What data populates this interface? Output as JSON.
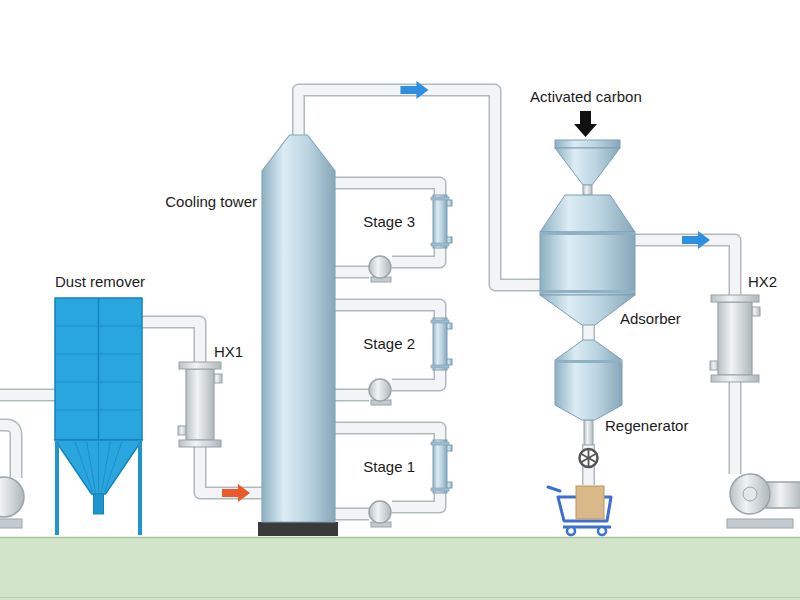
{
  "diagram": {
    "nodes": [
      {
        "text": [
          "Dust remover"
        ]
      },
      {
        "text": [
          "HX1"
        ]
      },
      {
        "text": [
          "Cooling tower"
        ]
      },
      {
        "text": [
          "Stage 3"
        ]
      },
      {
        "text": [
          "Stage 2"
        ]
      },
      {
        "text": [
          "Stage 1"
        ]
      },
      {
        "text": [
          "Adsorber"
        ]
      },
      {
        "text": [
          "Regenerator"
        ]
      },
      {
        "text": [
          "HX2"
        ]
      }
    ],
    "edges": [
      {
        "from": 0,
        "to": 1,
        "arrow": "none"
      },
      {
        "from": 1,
        "to": 2,
        "arrow": "to"
      },
      {
        "from": 2,
        "to": 3,
        "arrow": "none"
      },
      {
        "from": 2,
        "to": 4,
        "arrow": "none"
      },
      {
        "from": 2,
        "to": 5,
        "arrow": "none"
      },
      {
        "from": 2,
        "to": 6,
        "arrow": "to"
      },
      {
        "from": 6,
        "to": 7,
        "arrow": "none"
      },
      {
        "from": 6,
        "to": 8,
        "arrow": "to"
      }
    ],
    "labels": [
      "Activated carbon"
    ]
  }
}
